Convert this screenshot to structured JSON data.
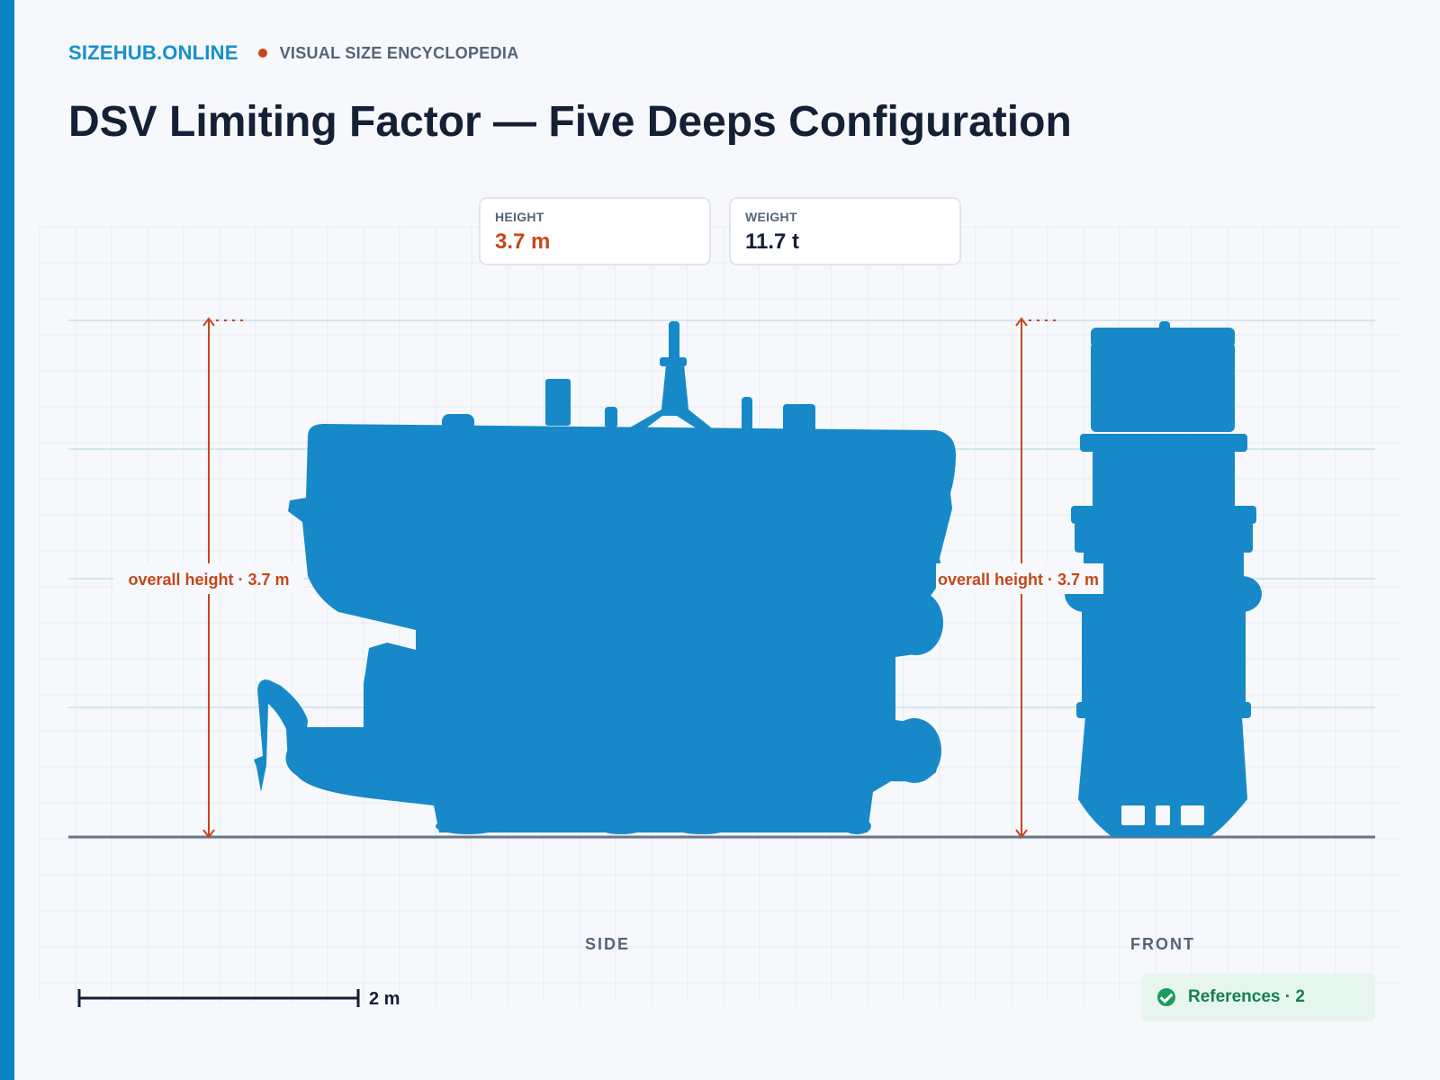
{
  "header": {
    "brand": "SIZEHUB.ONLINE",
    "tagline": "VISUAL SIZE ENCYCLOPEDIA",
    "title": "DSV Limiting Factor — Five Deeps Configuration"
  },
  "stats": {
    "height": {
      "label": "HEIGHT",
      "value": "3.7 m"
    },
    "weight": {
      "label": "WEIGHT",
      "value": "11.7 t"
    }
  },
  "diagram": {
    "dimension_label": "overall height · 3.7 m",
    "views": {
      "side": "SIDE",
      "front": "FRONT"
    },
    "scale_bar": {
      "label": "2 m",
      "length_m": 2
    },
    "object_height_m": 3.7
  },
  "references": {
    "label": "References · 2"
  },
  "colors": {
    "accent": "#0a82c6",
    "silhouette": "#1789c9",
    "dimension": "#c4471b",
    "text_dark": "#132035",
    "ground": "#6b7688"
  },
  "icons": {
    "references": "check-circle-icon"
  }
}
